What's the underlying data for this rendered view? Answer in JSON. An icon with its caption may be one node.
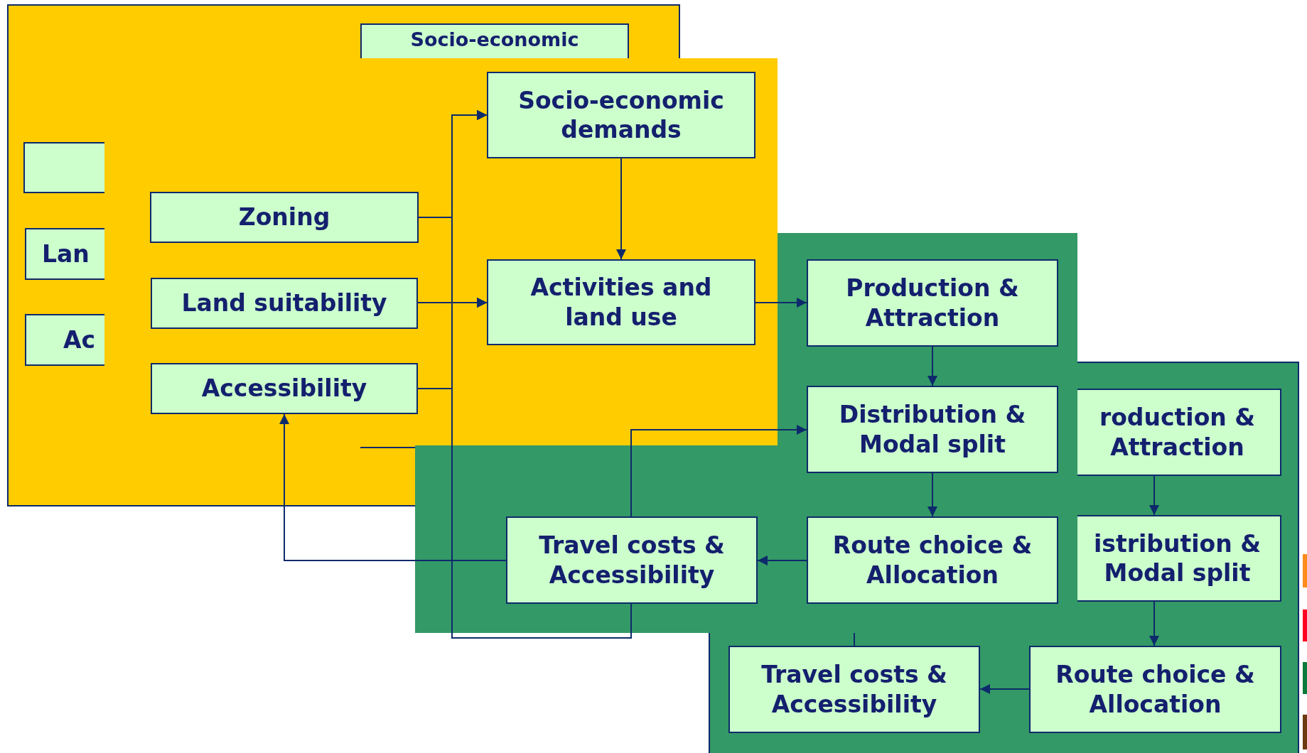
{
  "diagram": {
    "nodes": [
      {
        "text": [
          "Socio-economic"
        ]
      },
      {
        "text": [],
        "shape": "box"
      },
      {
        "text": [
          "Lan"
        ]
      },
      {
        "text": [
          "Ac"
        ]
      },
      {
        "text": [
          "Zoning"
        ]
      },
      {
        "text": [
          "Land suitability"
        ]
      },
      {
        "text": [
          "Accessibility"
        ]
      },
      {
        "text": [
          "Socio-economic demands"
        ]
      },
      {
        "text": [
          "Activities and land use"
        ]
      },
      {
        "text": [
          "Production & Attraction"
        ]
      },
      {
        "text": [
          "Distribution & Modal split"
        ]
      },
      {
        "text": [
          "Route choice & Allocation"
        ]
      },
      {
        "text": [
          "Travel costs & Accessibility"
        ]
      },
      {
        "text": [
          "roduction & Attraction"
        ]
      },
      {
        "text": [
          "istribution & Modal split"
        ]
      },
      {
        "text": [
          "Route choice & Allocation"
        ]
      },
      {
        "text": [
          "Travel costs & Accessibility"
        ]
      }
    ],
    "edges": [
      {
        "from": 4,
        "to": 7,
        "arrow": "to"
      },
      {
        "from": 4,
        "to": 8,
        "arrow": "to"
      },
      {
        "from": 5,
        "to": 7,
        "arrow": "to"
      },
      {
        "from": 5,
        "to": 8,
        "arrow": "to"
      },
      {
        "from": 6,
        "to": 7,
        "arrow": "to"
      },
      {
        "from": 6,
        "to": 8,
        "arrow": "to"
      },
      {
        "from": 12,
        "to": 7,
        "arrow": "to"
      },
      {
        "from": 12,
        "to": 8,
        "arrow": "to"
      },
      {
        "from": 7,
        "to": 8,
        "arrow": "to"
      },
      {
        "from": 8,
        "to": 9,
        "arrow": "to"
      },
      {
        "from": 9,
        "to": 10,
        "arrow": "to"
      },
      {
        "from": 10,
        "to": 11,
        "arrow": "to"
      },
      {
        "from": 11,
        "to": 12,
        "arrow": "to"
      },
      {
        "from": 12,
        "to": 10,
        "arrow": "to"
      },
      {
        "from": 12,
        "to": 6,
        "arrow": "to"
      },
      {
        "from": 13,
        "to": 14,
        "arrow": "to"
      },
      {
        "from": 14,
        "to": 15,
        "arrow": "to"
      },
      {
        "from": 15,
        "to": 16,
        "arrow": "to"
      },
      {
        "from": 16,
        "to": null,
        "arrow": "none"
      }
    ]
  }
}
